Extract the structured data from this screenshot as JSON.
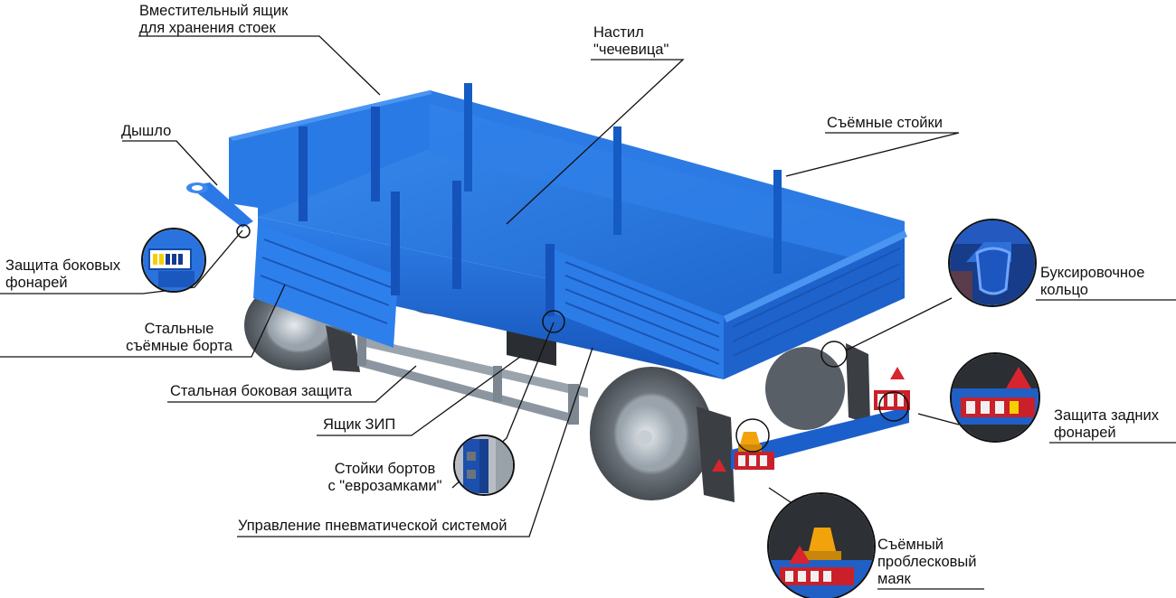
{
  "diagram": {
    "labels": {
      "box_storage": [
        "Вместительный ящик",
        "для хранения стоек"
      ],
      "floor": [
        "Настил",
        "\"чечевица\""
      ],
      "removable_posts": [
        "Съёмные стойки"
      ],
      "drawbar": [
        "Дышло"
      ],
      "side_lamp_guard": [
        "Защита боковых",
        "фонарей"
      ],
      "steel_sides": [
        "Стальные",
        "съёмные борта"
      ],
      "side_guard": [
        "Стальная боковая защита"
      ],
      "spare_box": [
        "Ящик ЗИП"
      ],
      "euro_lock_posts": [
        "Стойки бортов",
        "с \"еврозамками\""
      ],
      "pneumatic_control": [
        "Управление пневматической системой"
      ],
      "tow_ring": [
        "Буксировочное",
        "кольцо"
      ],
      "rear_lamp_guard": [
        "Защита задних",
        "фонарей"
      ],
      "beacon": [
        "Съёмный",
        "проблесковый",
        "маяк"
      ]
    }
  },
  "colors": {
    "body_blue": "#1f6fdc",
    "body_dark": "#0f47a6",
    "body_light": "#4a95f2",
    "tire": "#5f666d",
    "frame_grey": "#8c96a0",
    "leader": "#111111"
  }
}
